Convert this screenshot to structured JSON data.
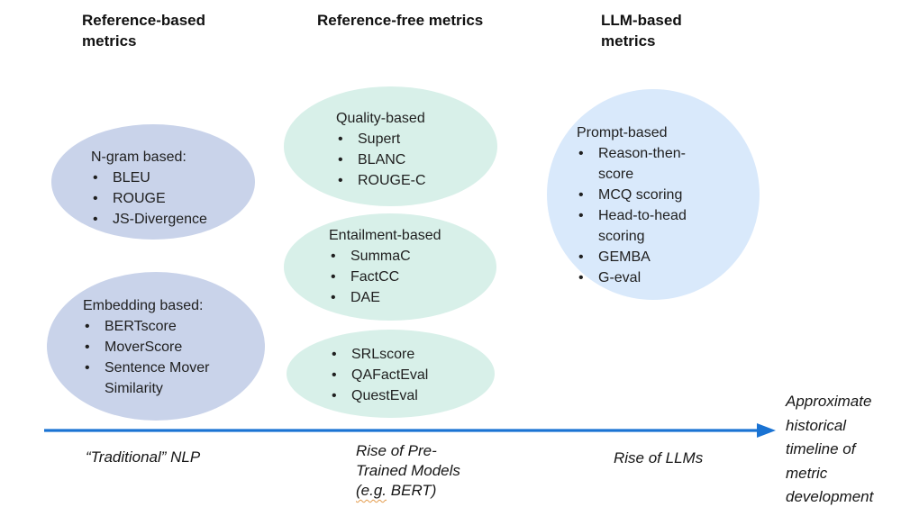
{
  "headers": [
    {
      "label": "Reference-based metrics"
    },
    {
      "label": "Reference-free metrics"
    },
    {
      "label": "LLM-based metrics"
    }
  ],
  "groups": [
    {
      "title": "N-gram based:",
      "items": [
        "BLEU",
        "ROUGE",
        "JS-Divergence"
      ]
    },
    {
      "title": "Embedding based:",
      "items": [
        "BERTscore",
        "MoverScore",
        "Sentence Mover Similarity"
      ]
    },
    {
      "title": "Quality-based",
      "items": [
        "Supert",
        "BLANC",
        "ROUGE-C"
      ]
    },
    {
      "title": "Entailment-based",
      "items": [
        "SummaC",
        "FactCC",
        "DAE"
      ]
    },
    {
      "title": "",
      "items": [
        "SRLscore",
        "QAFactEval",
        "QuestEval"
      ]
    },
    {
      "title": "Prompt-based",
      "items": [
        "Reason-then-score",
        "MCQ scoring",
        "Head-to-head scoring",
        "GEMBA",
        "G-eval"
      ]
    }
  ],
  "timeline": {
    "era1": "“Traditional” NLP",
    "era2_line1": "Rise of Pre-",
    "era2_line2": "Trained Models",
    "era2_line3_flagged": "(e.g.",
    "era2_line3_rest": "BERT)",
    "era3": "Rise of LLMs",
    "caption": "Approximate historical timeline of metric development"
  },
  "colors": {
    "reference_based_fill": "#c9d3ea",
    "reference_free_fill": "#d8f0e9",
    "llm_based_fill": "#d9e9fb",
    "arrow": "#1a73d3"
  }
}
